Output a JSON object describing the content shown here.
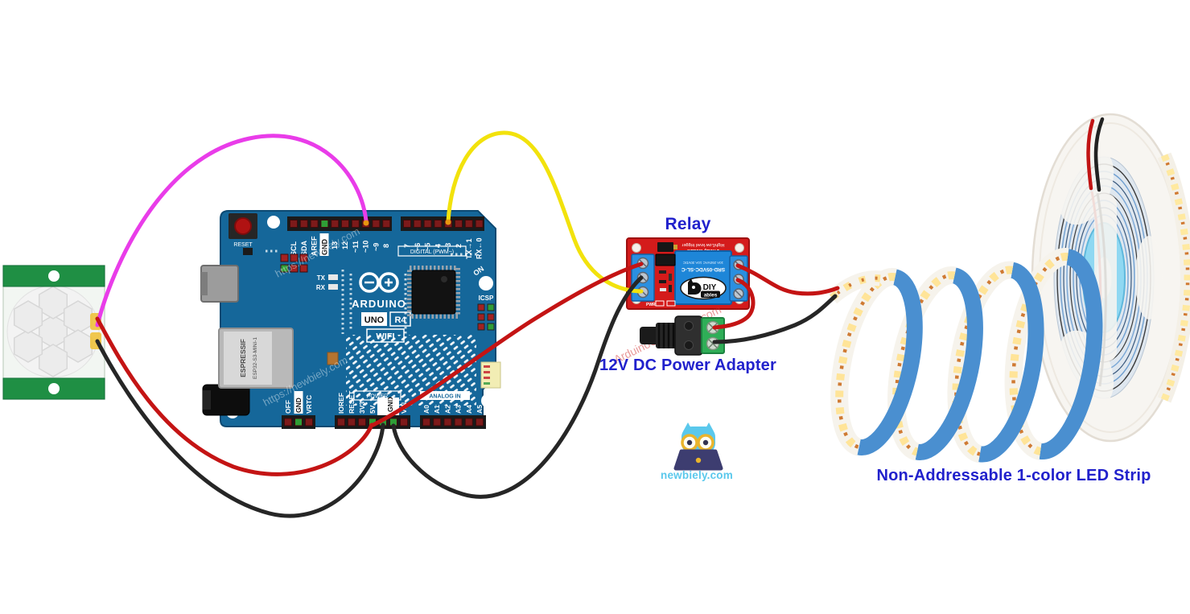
{
  "captions": {
    "relay": "Relay",
    "power_adapter": "12V DC Power Adapter",
    "led_strip": "Non-Addressable 1-color LED Strip"
  },
  "brand": {
    "site": "newbiely.com",
    "watermark_site": "https://newbiely.com",
    "watermark_red": "ArduinoGetStarted.com"
  },
  "arduino": {
    "logo_text": "ARDUINO",
    "model": "UNO",
    "revision": "R4",
    "variant": "WIFI",
    "reset_label": "RESET",
    "tx_label": "TX",
    "rx_label": "RX",
    "on_label": "ON",
    "icsp_label": "ICSP",
    "digital_label": "DIGITAL (PWM~)",
    "power_group_label": "POWER",
    "analog_group_label": "ANALOG IN",
    "esp_module_line1": "ESPRESSIF",
    "esp_module_line2": "ESP32-S3-MINI-1",
    "top_pins": [
      "SCL",
      "SDA",
      "AREF",
      "GND",
      "13",
      "12",
      "~11",
      "~10",
      "~9",
      "8",
      "7",
      "~6",
      "~5",
      "4",
      "~3",
      "2",
      "TX→1",
      "RX←0"
    ],
    "left_power_pins": [
      "OFF",
      "GND",
      "VRTC"
    ],
    "bottom_pins": [
      "IOREF",
      "RESET",
      "3V3",
      "5V",
      "GND",
      "VIN"
    ],
    "analog_pins": [
      "A0",
      "A1",
      "A2",
      "A3",
      "A4",
      "A5"
    ]
  },
  "relay_module": {
    "board_text_line1": "1 Relay Module",
    "board_text_line2": "High/Low level trigger",
    "relay_part_number": "SRD-05VDC-SL-C",
    "relay_ratings": "10A 250VAC   10A 30VDC",
    "logo_text_top": "DIY",
    "logo_text_bottom": "ables",
    "pwr_label": "PWR"
  },
  "colors": {
    "caption_blue": "#2121cc",
    "board_teal": "#15679a",
    "relay_red": "#d41b1b",
    "wire_red": "#c41414",
    "wire_black": "#262626",
    "wire_yellow": "#f2e20c",
    "wire_magenta": "#e93ce9",
    "strip_back_blue": "#4a8fd0",
    "logo_blue": "#5ac8ec"
  }
}
